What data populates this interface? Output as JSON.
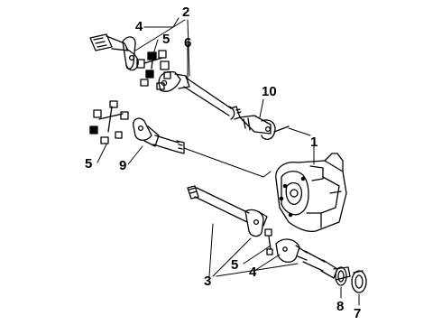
{
  "callouts": [
    {
      "id": "c2-top",
      "text": "2"
    },
    {
      "id": "c4-top",
      "text": "4"
    },
    {
      "id": "c5-top",
      "text": "5"
    },
    {
      "id": "c6",
      "text": "6"
    },
    {
      "id": "c10",
      "text": "10"
    },
    {
      "id": "c1",
      "text": "1"
    },
    {
      "id": "c5-mid",
      "text": "5"
    },
    {
      "id": "c9",
      "text": "9"
    },
    {
      "id": "c5-bot",
      "text": "5"
    },
    {
      "id": "c3",
      "text": "3"
    },
    {
      "id": "c4-bot",
      "text": "4"
    },
    {
      "id": "c8",
      "text": "8"
    },
    {
      "id": "c7",
      "text": "7"
    }
  ]
}
